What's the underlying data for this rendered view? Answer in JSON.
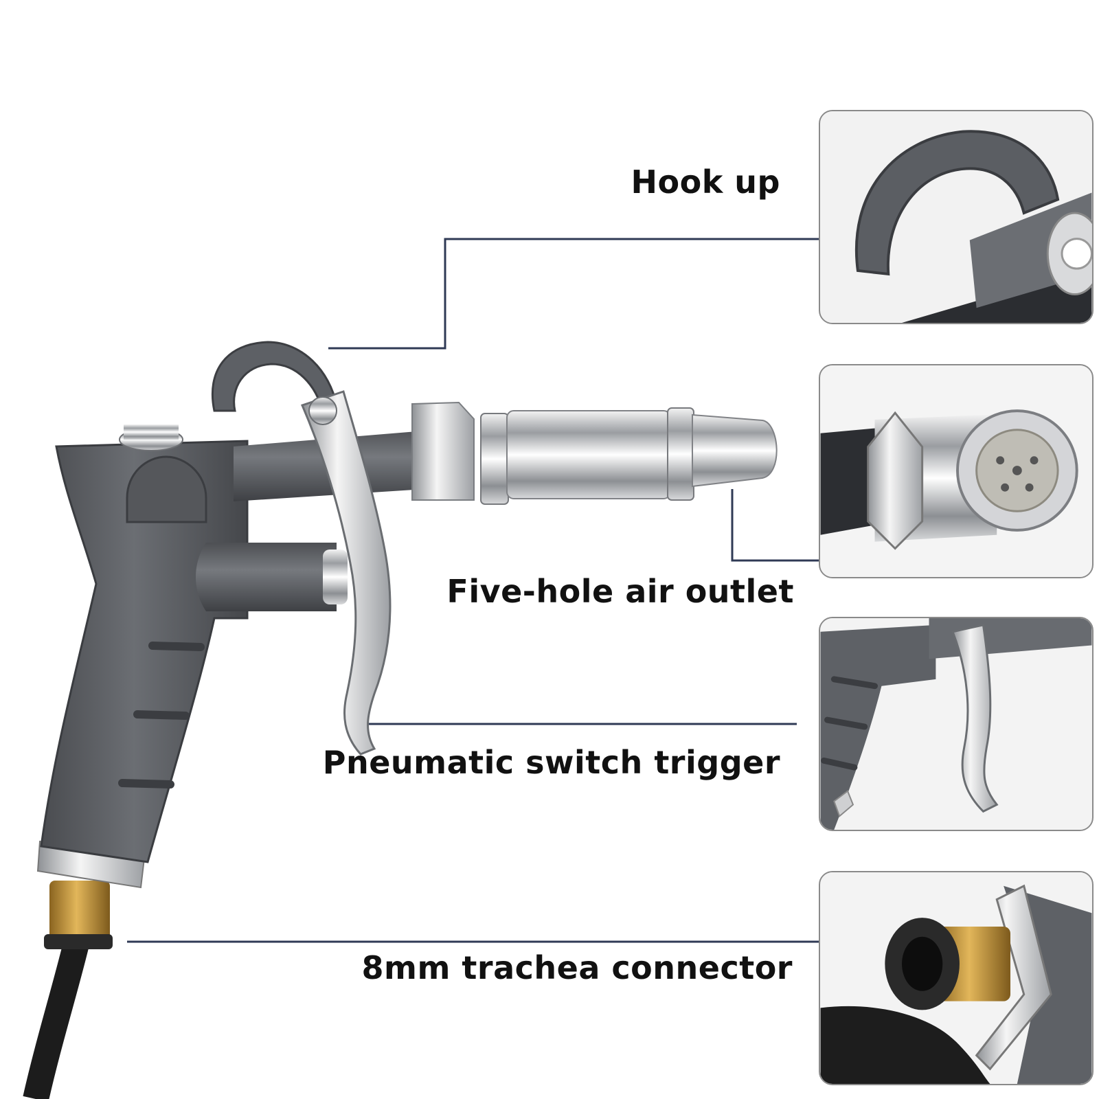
{
  "callouts": {
    "hook_up": "Hook up",
    "air_outlet": "Five-hole air outlet",
    "trigger": "Pneumatic switch trigger",
    "connector": "8mm trachea connector"
  },
  "colors": {
    "gun_body": "#5f6166",
    "chrome": "#c9cbce",
    "leader_line": "#2f3a55",
    "brass": "#b8862e",
    "hose": "#1c1c1c"
  }
}
